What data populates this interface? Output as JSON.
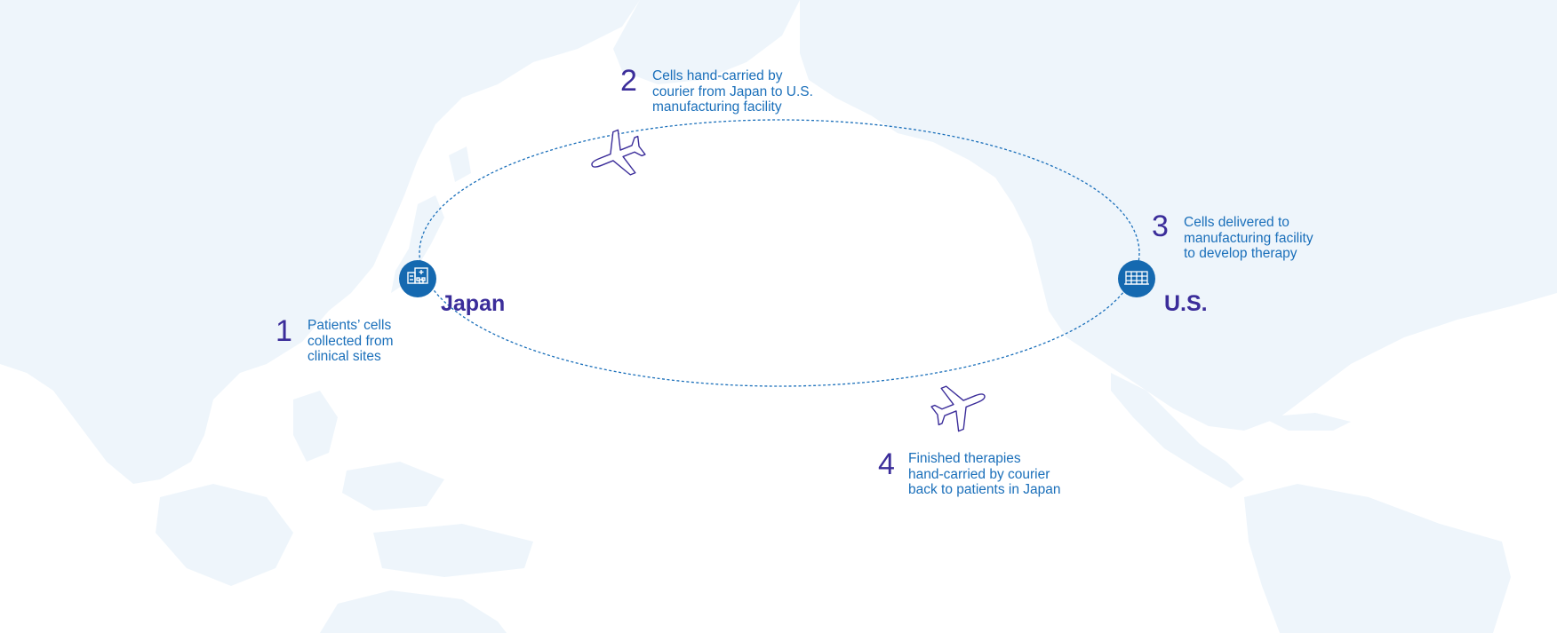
{
  "colors": {
    "map_land": "#eef5fb",
    "route": "#1a6fba",
    "node_fill": "#1569b0",
    "number": "#3b2d9a",
    "text": "#1a6fba",
    "label": "#3b2d9a",
    "plane_outline": "#3b2d9a"
  },
  "locations": {
    "japan": {
      "label": "Japan",
      "icon": "hospital-icon"
    },
    "us": {
      "label": "U.S.",
      "icon": "factory-building-icon"
    }
  },
  "steps": [
    {
      "number": "1",
      "lines": [
        "Patients’ cells",
        "collected from",
        "clinical sites"
      ]
    },
    {
      "number": "2",
      "lines": [
        "Cells hand-carried by",
        "courier from Japan to U.S.",
        "manufacturing facility"
      ]
    },
    {
      "number": "3",
      "lines": [
        "Cells delivered to",
        "manufacturing facility",
        "to develop therapy"
      ]
    },
    {
      "number": "4",
      "lines": [
        "Finished therapies",
        "hand-carried by courier",
        "back to patients in Japan"
      ]
    }
  ],
  "icons": [
    "airplane-icon",
    "airplane-icon"
  ]
}
